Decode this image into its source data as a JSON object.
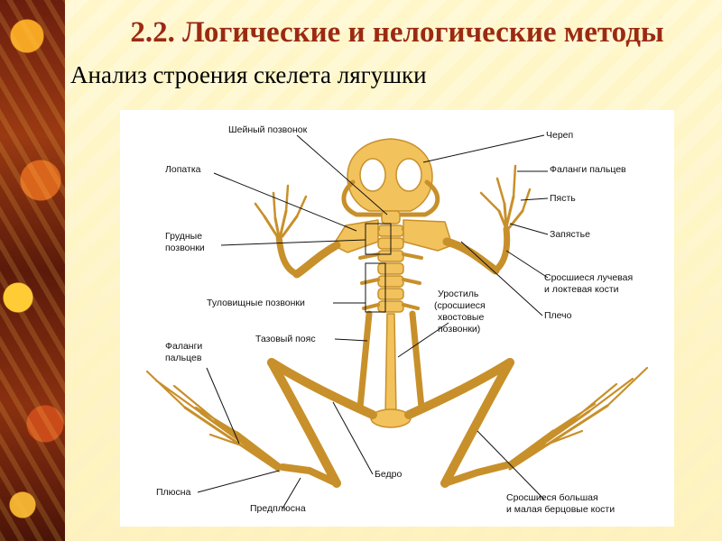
{
  "slide": {
    "title": "2.2. Логические и нелогические методы",
    "subtitle": "Анализ строения скелета лягушки"
  },
  "figure": {
    "labels": {
      "neck_vertebra": "Шейный позвонок",
      "skull": "Череп",
      "scapula": "Лопатка",
      "finger_phalanges_top": "Фаланги пальцев",
      "metacarpus": "Пясть",
      "wrist": "Запястье",
      "thoracic_1": "Грудные",
      "thoracic_2": "позвонки",
      "trunk_vertebrae": "Туловищные позвонки",
      "radius_ulna_1": "Сросшиеся лучевая",
      "radius_ulna_2": "и локтевая кости",
      "urostyle_1": "Уростиль",
      "urostyle_2": "(сросшиеся",
      "urostyle_3": "хвостовые",
      "urostyle_4": "позвонки)",
      "shoulder": "Плечо",
      "pelvic_girdle": "Тазовый пояс",
      "toe_phalanges_1": "Фаланги",
      "toe_phalanges_2": "пальцев",
      "femur": "Бедро",
      "metatarsus": "Плюсна",
      "tarsus": "Предплюсна",
      "tibia_fibula_1": "Сросшиеся большая",
      "tibia_fibula_2": "и малая берцовые кости"
    },
    "colors": {
      "bone_fill": "#f2c25c",
      "bone_stroke": "#c8902a",
      "leader_line": "#111111"
    }
  }
}
